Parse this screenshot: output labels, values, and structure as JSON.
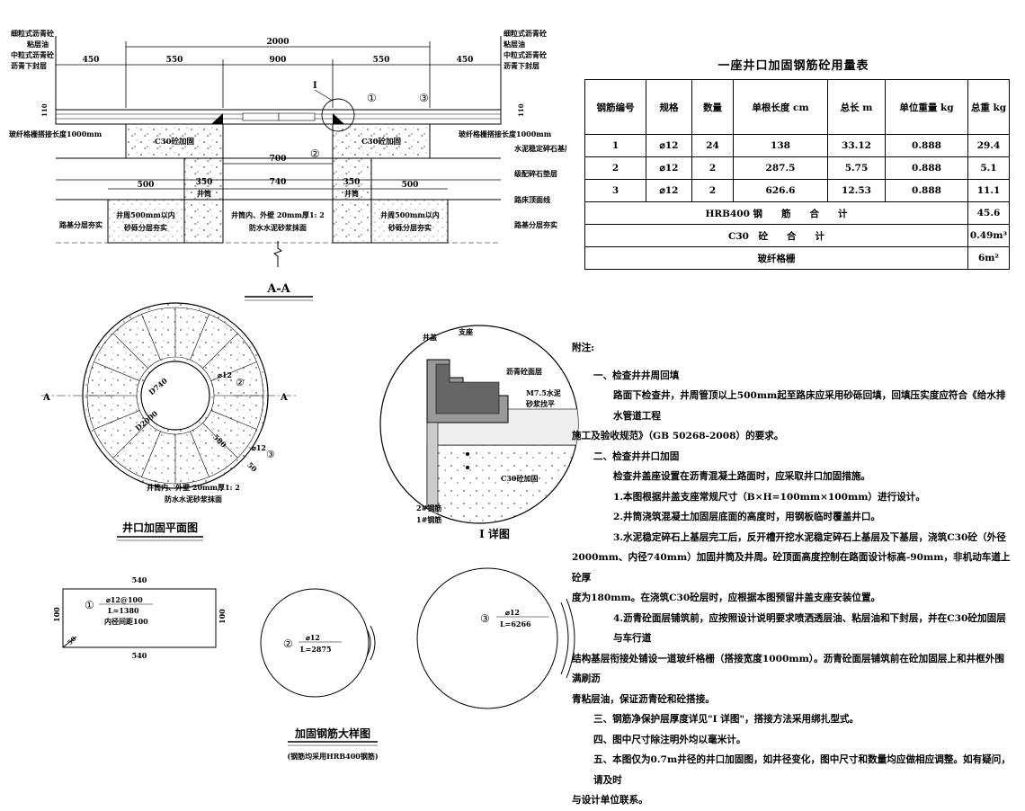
{
  "section_aa": {
    "title": "A-A",
    "dims_top": [
      "2000",
      "450",
      "550",
      "900",
      "550",
      "450"
    ],
    "dims_mid": [
      "700",
      "350",
      "740",
      "350",
      "500",
      "500"
    ],
    "dim_110": "110",
    "left_labels": [
      "细粒式沥青砼",
      "粘层油",
      "中粒式沥青砼",
      "沥青下封层"
    ],
    "right_labels": [
      "细粒式沥青砼",
      "粘层油",
      "中粒式沥青砼",
      "沥青下封层"
    ],
    "geogrid_left": "玻纤格栅搭接长度1000mm",
    "geogrid_right": "玻纤格栅搭接长度1000mm",
    "c30_left": "C30砼加固",
    "c30_right": "C30砼加固",
    "layer_right": [
      "水泥稳定碎石基层",
      "级配碎石垫层",
      "路床顶面线",
      "路基分层夯实"
    ],
    "layer_left": "路基分层夯实",
    "well_wall_left": "井筒",
    "well_wall_right": "井筒",
    "fill_left": [
      "井周500mm以内",
      "砂砾分层夯实"
    ],
    "fill_right": [
      "井周500mm以内",
      "砂砾分层夯实"
    ],
    "plaster_note": [
      "井筒内、外壁 20mm厚1: 2",
      "防水水泥砂浆抹面"
    ],
    "callouts": [
      "I",
      "①",
      "③",
      "②"
    ]
  },
  "plan": {
    "title": "井口加固平面图",
    "d_inner": "D740",
    "d_outer": "D2000",
    "section_marks": [
      "A",
      "A"
    ],
    "rebar2": "⌀12",
    "rebar3": "⌀12",
    "dim_580": "580",
    "dim_50": "50",
    "note": [
      "井筒内、外壁 20mm厚1: 2",
      "防水水泥砂浆抹面"
    ],
    "callouts": [
      "②",
      "③"
    ]
  },
  "detail": {
    "title": "I 详图",
    "labels": [
      "井盖",
      "支座",
      "沥青砼面层",
      "M7.5水泥",
      "砂浆找平",
      "C30砼加固",
      "2#钢筋",
      "1#钢筋"
    ]
  },
  "rebar_detail": {
    "title": "加固钢筋大样图",
    "subtitle": "(钢筋均采用HRB400钢筋)",
    "r1": {
      "num": "①",
      "spec": "⌀12@100",
      "len": "L=1380",
      "note": "内径间距100",
      "dim_w": "540",
      "dim_w2": "540",
      "dim_h": "100",
      "dim_h2": "100",
      "dim_50": "50"
    },
    "r2": {
      "num": "②",
      "spec": "⌀12",
      "len": "L=2875"
    },
    "r3": {
      "num": "③",
      "spec": "⌀12",
      "len": "L=6266"
    }
  },
  "table": {
    "title": "一座井口加固钢筋砼用量表",
    "headers": [
      "钢筋编号",
      "规格",
      "数量",
      "单根长度 cm",
      "总长 m",
      "单位重量 kg",
      "总重 kg"
    ],
    "rows": [
      [
        "1",
        "⌀12",
        "24",
        "138",
        "33.12",
        "0.888",
        "29.4"
      ],
      [
        "2",
        "⌀12",
        "2",
        "287.5",
        "5.75",
        "0.888",
        "5.1"
      ],
      [
        "3",
        "⌀12",
        "2",
        "626.6",
        "12.53",
        "0.888",
        "11.1"
      ]
    ],
    "sum_rows": [
      [
        "HRB400 钢　　筋　　合　　计",
        "45.6"
      ],
      [
        "C30　砼　　合　　计",
        "0.49m³"
      ],
      [
        "玻纤格栅",
        "6m²"
      ]
    ]
  },
  "notes": {
    "heading": "附注:",
    "lines": [
      {
        "cls": "h",
        "text": "一、检查井井周回填"
      },
      {
        "cls": "ind",
        "text": "路面下检查井，井周管顶以上500mm起至路床应采用砂砾回填，回填压实度应符合《给水排水管道工程"
      },
      {
        "cls": "cont",
        "text": "施工及验收规范》（GB 50268-2008）的要求。"
      },
      {
        "cls": "h",
        "text": "二、检查井井口加固"
      },
      {
        "cls": "ind",
        "text": "检查井盖座设置在沥青混凝土路面时，应采取井口加固措施。"
      },
      {
        "cls": "ind",
        "text": "1.本图根据井盖支座常规尺寸（B×H=100mm×100mm）进行设计。"
      },
      {
        "cls": "ind",
        "text": "2.井筒浇筑混凝土加固层底面的高度时，用钢板临时覆盖井口。"
      },
      {
        "cls": "ind",
        "text": "3.水泥稳定碎石上基层完工后，反开槽开挖水泥稳定碎石上基层及下基层，浇筑C30砼（外径"
      },
      {
        "cls": "cont",
        "text": "2000mm、内径740mm）加固井筒及井周。砼顶面高度控制在路面设计标高-90mm，非机动车道上砼厚"
      },
      {
        "cls": "cont",
        "text": "度为180mm。在浇筑C30砼层时，应根据本图预留井盖支座安装位置。"
      },
      {
        "cls": "ind",
        "text": "4.沥青砼面层铺筑前，应按照设计说明要求喷洒透层油、粘层油和下封层，并在C30砼加固层与车行道"
      },
      {
        "cls": "cont",
        "text": "结构基层衔接处铺设一道玻纤格栅（搭接宽度1000mm）。沥青砼面层铺筑前在砼加固层上和井框外围满刷沥"
      },
      {
        "cls": "cont",
        "text": "青粘层油，保证沥青砼和砼搭接。"
      },
      {
        "cls": "h",
        "text": "三、钢筋净保护层厚度详见\"I 详图\"，搭接方法采用绑扎型式。"
      },
      {
        "cls": "h",
        "text": "四、图中尺寸除注明外均以毫米计。"
      },
      {
        "cls": "h",
        "text": "五、本图仅为0.7m井径的井口加固图，如井径变化，图中尺寸和数量均应做相应调整。如有疑问，请及时"
      },
      {
        "cls": "cont",
        "text": "与设计单位联系。"
      }
    ]
  }
}
